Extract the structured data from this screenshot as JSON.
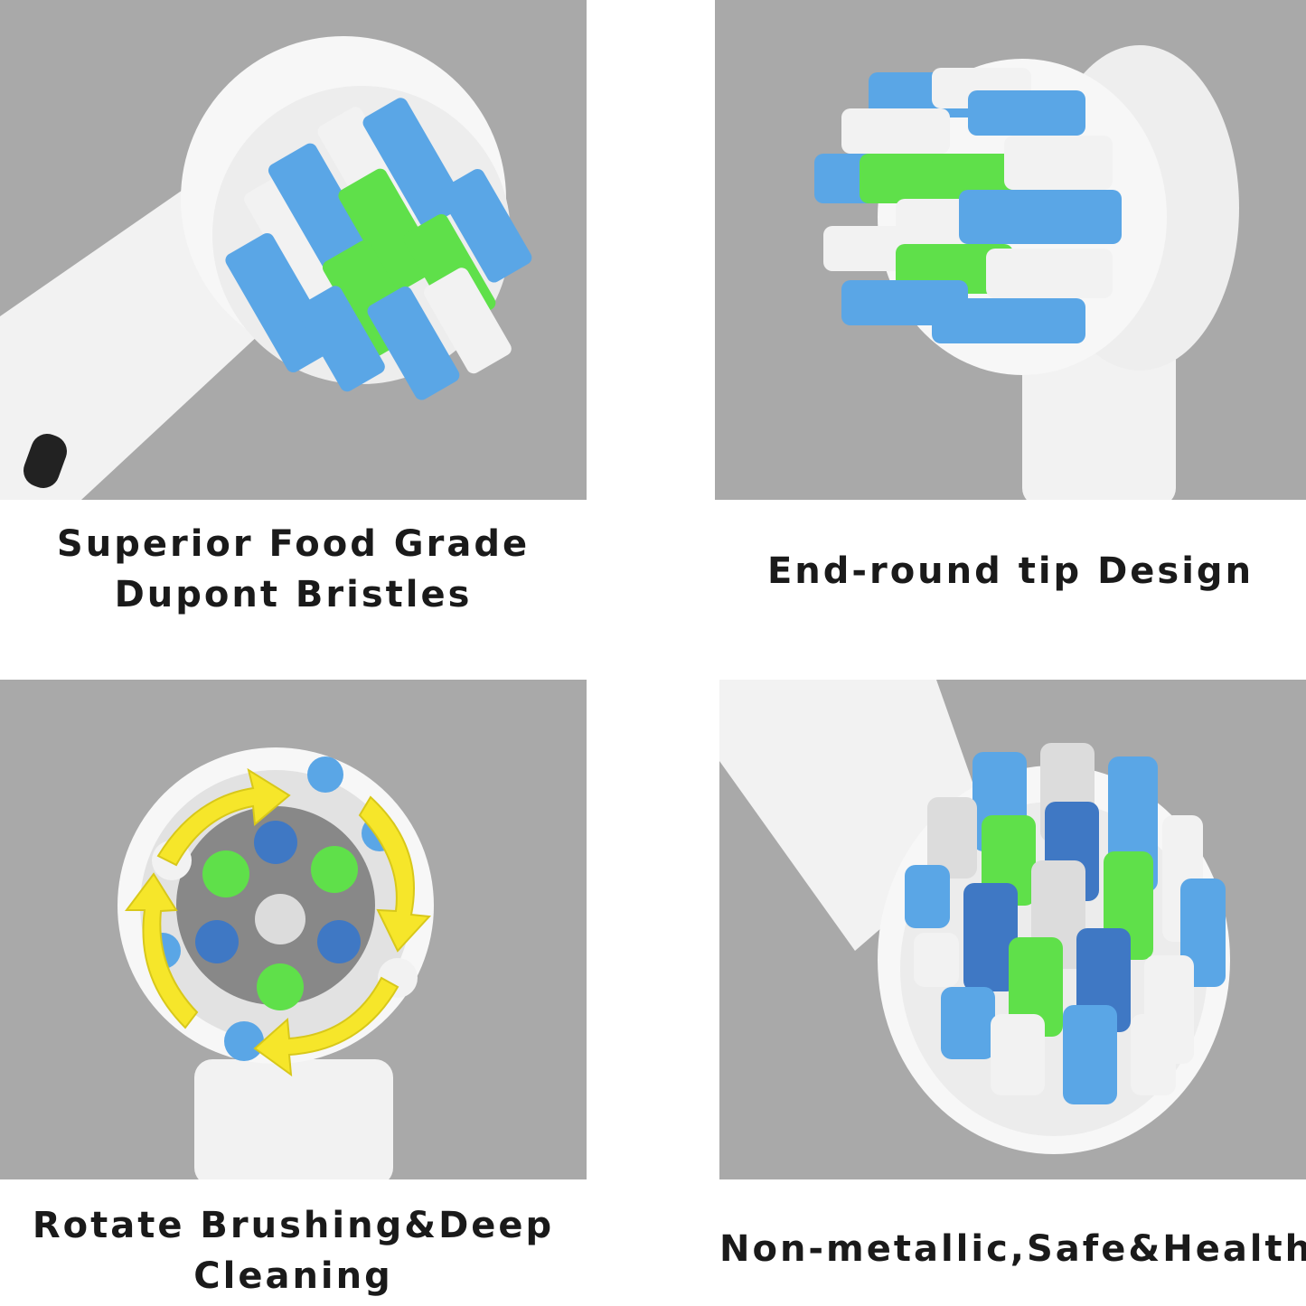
{
  "colors": {
    "panel_background": "#a9a9a9",
    "page_background": "#ffffff",
    "caption_text": "#1a1a1a",
    "bristle_blue": "#5aa6e6",
    "bristle_dark_blue": "#3f78c4",
    "bristle_green": "#5fe04a",
    "bristle_white": "#f2f2f2",
    "arrow_yellow": "#f6e62a"
  },
  "panels": [
    {
      "subject": "brush-head-angled",
      "caption_lines": [
        "Superior Food Grade",
        "Dupont Bristles"
      ]
    },
    {
      "subject": "brush-head-side",
      "caption_lines": [
        "End-round tip Design"
      ]
    },
    {
      "subject": "brush-head-top-rotation",
      "caption_lines": [
        "Rotate Brushing&Deep",
        "Cleaning"
      ]
    },
    {
      "subject": "brush-head-tilted",
      "caption_lines": [
        "Non-metallic,Safe&Health"
      ]
    }
  ]
}
